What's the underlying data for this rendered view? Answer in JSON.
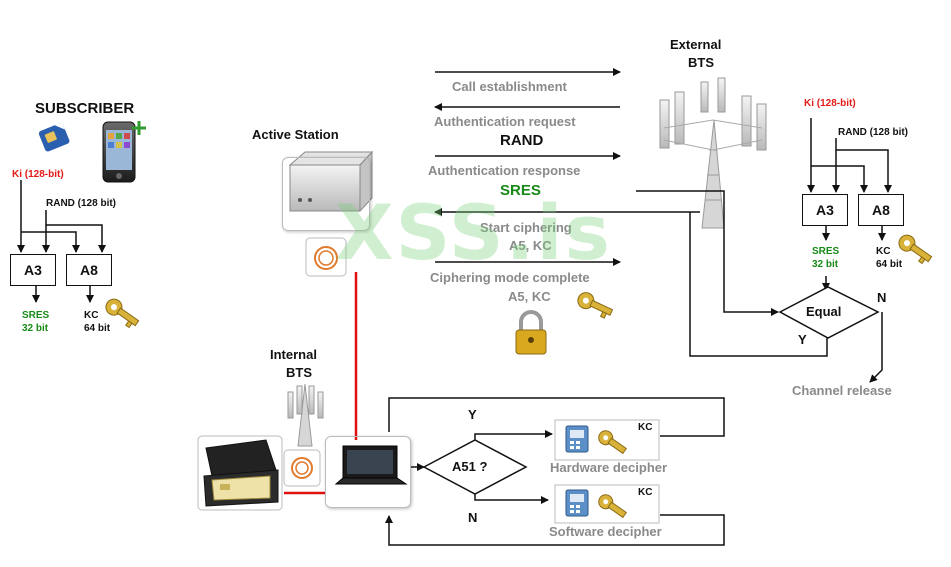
{
  "subscriber": {
    "title": "SUBSCRIBER",
    "ki": "Ki (128-bit)",
    "rand": "RAND (128 bit)",
    "a3": "A3",
    "a8": "A8",
    "sres": "SRES",
    "sres_bits": "32 bit",
    "kc": "KC",
    "kc_bits": "64 bit"
  },
  "active_station": {
    "title": "Active Station"
  },
  "internal_bts": {
    "line1": "Internal",
    "line2": "BTS"
  },
  "external_bts": {
    "line1": "External",
    "line2": "BTS",
    "ki": "Ki (128-bit)",
    "rand": "RAND (128 bit)",
    "a3": "A3",
    "a8": "A8",
    "sres": "SRES",
    "sres_bits": "32 bit",
    "kc": "KC",
    "kc_bits": "64 bit",
    "equal": "Equal",
    "yes": "Y",
    "no": "N",
    "channel_release": "Channel release"
  },
  "messages": {
    "call_establishment": "Call establishment",
    "auth_request": "Authentication request",
    "rand": "RAND",
    "auth_response": "Authentication response",
    "sres": "SRES",
    "start_ciphering": "Start ciphering",
    "start_ciphering_params": "A5, KC",
    "ciphering_complete": "Ciphering mode complete",
    "ciphering_complete_params": "A5, KC"
  },
  "decipher": {
    "decision": "A51 ?",
    "yes": "Y",
    "no": "N",
    "kc": "KC",
    "hardware": "Hardware decipher",
    "software": "Software decipher"
  },
  "watermark": "XSS.is",
  "colors": {
    "red": "#e41b17",
    "green": "#188a18",
    "grey": "#8a8a8a",
    "link_red": "#e01010",
    "key_gold": "#d9b23a"
  }
}
